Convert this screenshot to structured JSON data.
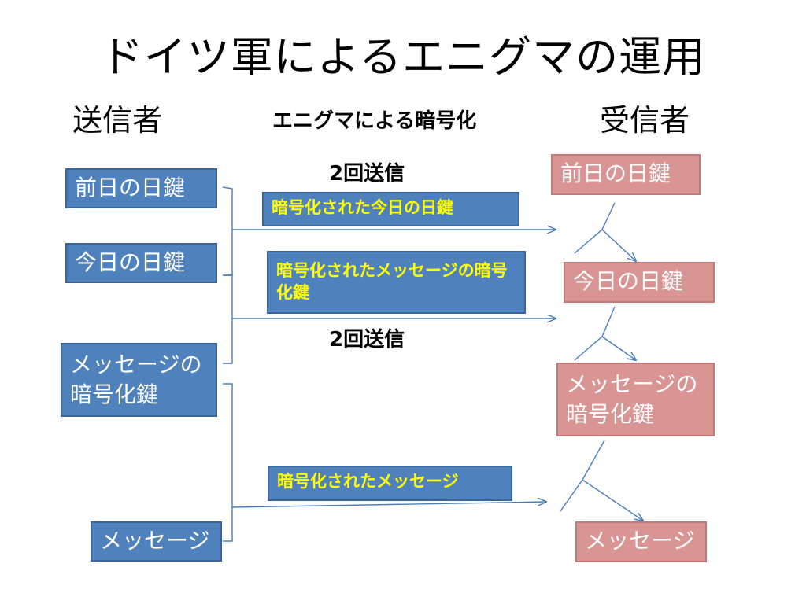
{
  "title": "ドイツ軍によるエニグマの運用",
  "headers": {
    "sender": "送信者",
    "middle": "エニグマによる暗号化",
    "receiver": "受信者"
  },
  "sender_boxes": [
    "前日の日鍵",
    "今日の日鍵",
    "メッセージの暗号化鍵",
    "メッセージ"
  ],
  "receiver_boxes": [
    "前日の日鍵",
    "今日の日鍵",
    "メッセージの暗号化鍵",
    "メッセージ"
  ],
  "encrypted_boxes": [
    "暗号化された今日の日鍵",
    "暗号化されたメッセージの暗号化鍵",
    "暗号化されたメッセージ"
  ],
  "notes": [
    "2回送信",
    "2回送信"
  ],
  "colors": {
    "sender_box": "#4f81bd",
    "receiver_box": "#d99594",
    "encrypted_text": "#ffff00",
    "connector": "#4a7ebb"
  }
}
